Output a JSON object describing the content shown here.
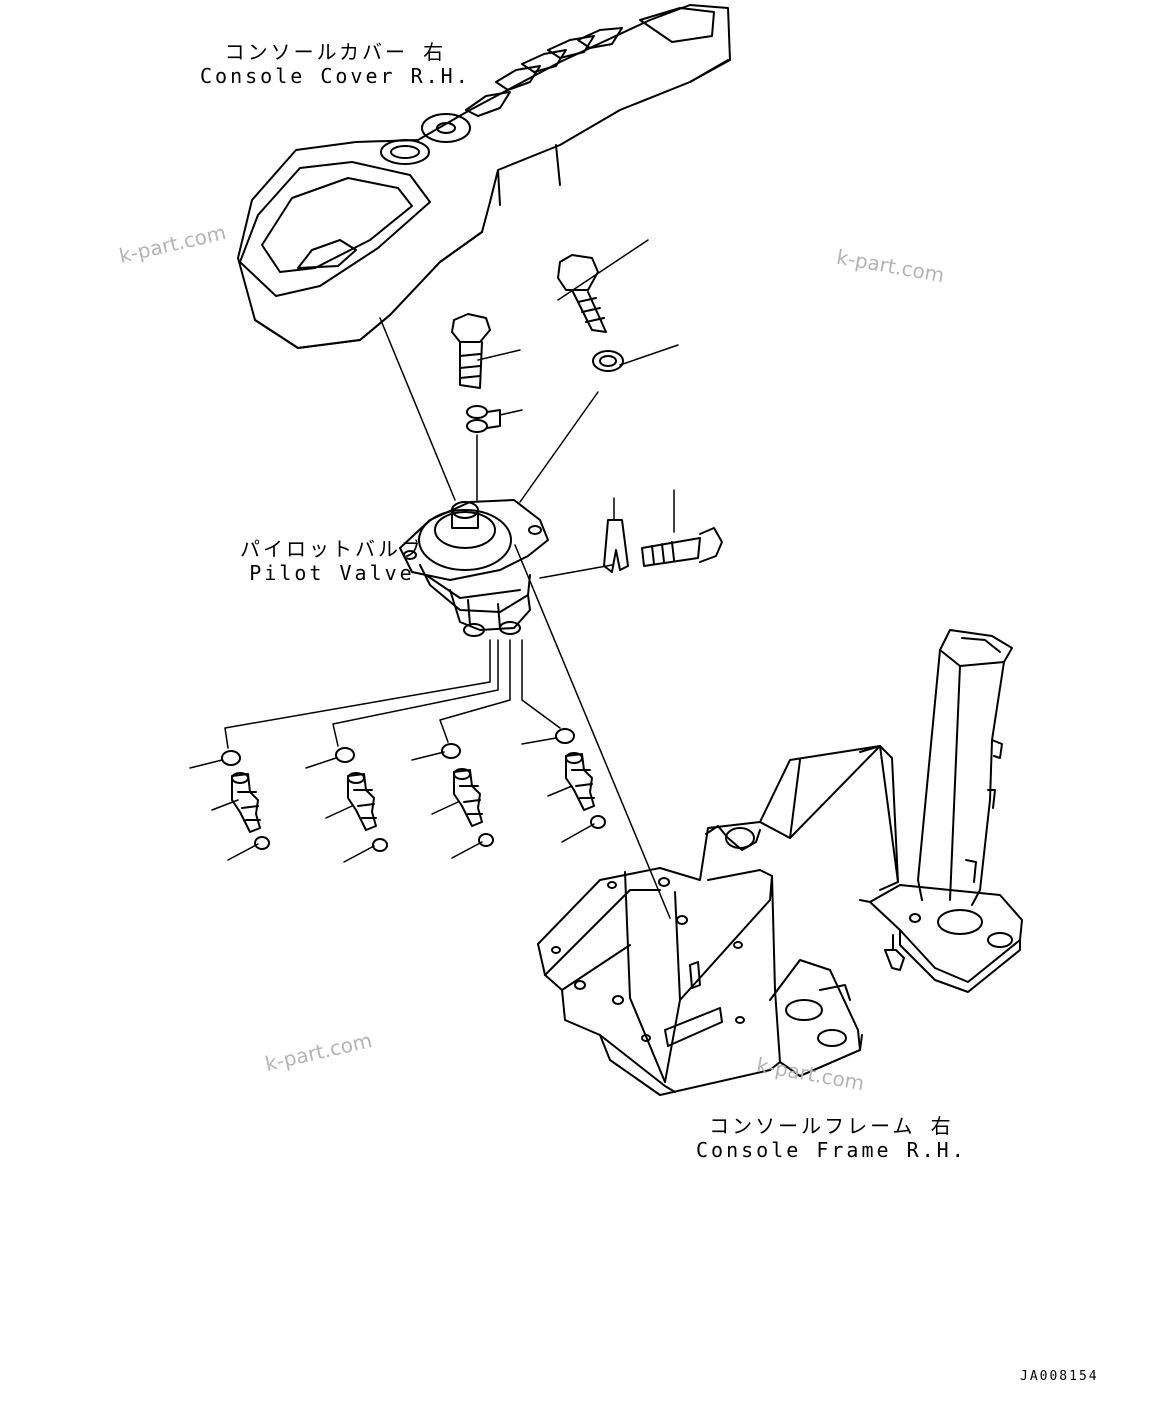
{
  "labels": {
    "console_cover": {
      "jp": "コンソールカバー 右",
      "en": "Console Cover R.H."
    },
    "pilot_valve": {
      "jp": "パイロットバルブ",
      "en": "Pilot Valve"
    },
    "console_frame": {
      "jp": "コンソールフレーム 右",
      "en": "Console Frame R.H."
    }
  },
  "watermarks": [
    "k-part.com",
    "k-part.com",
    "k-part.com",
    "k-part.com"
  ],
  "drawing_id": "JA008154",
  "colors": {
    "line": "#000000",
    "watermark": "#b4b4b4",
    "background": "#ffffff"
  }
}
